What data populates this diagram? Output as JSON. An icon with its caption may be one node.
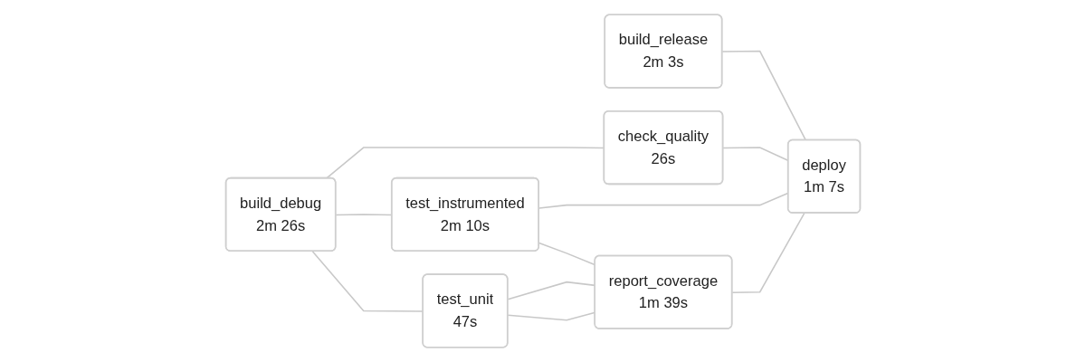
{
  "diagram": {
    "nodes": [
      {
        "text": [
          "build_release",
          "2m 3s"
        ]
      },
      {
        "text": [
          "deploy",
          "1m 7s"
        ]
      },
      {
        "text": [
          "check_quality",
          "26s"
        ]
      },
      {
        "text": [
          "build_debug",
          "2m 26s"
        ]
      },
      {
        "text": [
          "test_instrumented",
          "2m 10s"
        ]
      },
      {
        "text": [
          "report_coverage",
          "1m 39s"
        ]
      },
      {
        "text": [
          "test_unit",
          "47s"
        ]
      }
    ],
    "edges": [
      {
        "from": 3,
        "to": 2,
        "arrow": "none"
      },
      {
        "from": 3,
        "to": 4,
        "arrow": "none"
      },
      {
        "from": 3,
        "to": 6,
        "arrow": "none"
      },
      {
        "from": 0,
        "to": 1,
        "arrow": "none"
      },
      {
        "from": 2,
        "to": 1,
        "arrow": "none"
      },
      {
        "from": 4,
        "to": 1,
        "arrow": "none"
      },
      {
        "from": 5,
        "to": 1,
        "arrow": "none"
      },
      {
        "from": 4,
        "to": 5,
        "arrow": "none"
      },
      {
        "from": 6,
        "to": 5,
        "arrow": "none"
      },
      {
        "from": 6,
        "to": 5,
        "arrow": "none"
      }
    ]
  }
}
